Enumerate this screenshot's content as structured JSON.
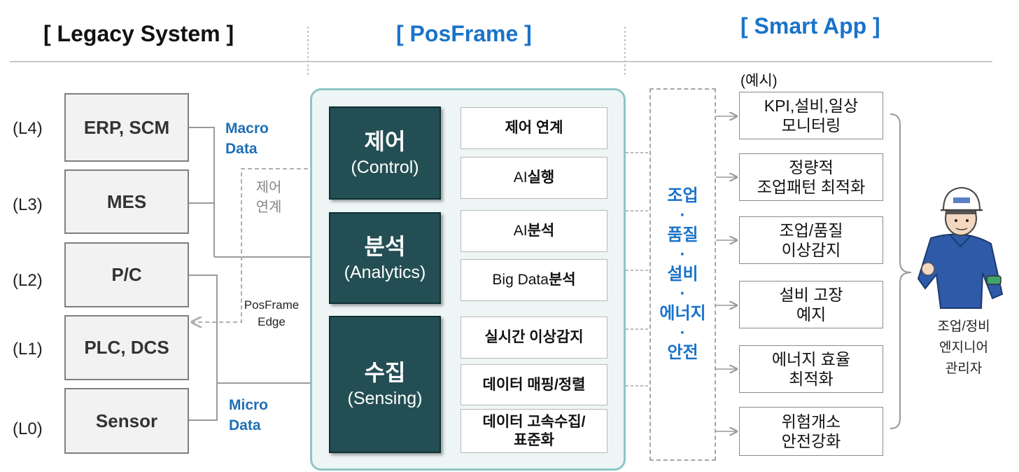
{
  "headers": {
    "legacy": "[ Legacy System ]",
    "posframe": "[ PosFrame ]",
    "smart_app": "[ Smart App ]"
  },
  "levels": [
    "(L4)",
    "(L3)",
    "(L2)",
    "(L1)",
    "(L0)"
  ],
  "legacy_systems": [
    "ERP, SCM",
    "MES",
    "P/C",
    "PLC, DCS",
    "Sensor"
  ],
  "flow_labels": {
    "macro_line1": "Macro",
    "macro_line2": "Data",
    "micro_line1": "Micro",
    "micro_line2": "Data",
    "control_link_line1": "제어",
    "control_link_line2": "연계",
    "edge_line1": "PosFrame",
    "edge_line2": "Edge"
  },
  "core_modules": [
    {
      "ko": "제어",
      "en": "(Control)"
    },
    {
      "ko": "분석",
      "en": "(Analytics)"
    },
    {
      "ko": "수집",
      "en": "(Sensing)"
    }
  ],
  "functions": {
    "control_link": "제어 연계",
    "ai_exec_prefix": "AI ",
    "ai_exec_bold": "실행",
    "ai_analysis_prefix": "AI ",
    "ai_analysis_bold": "분석",
    "bigdata_prefix": "Big Data",
    "bigdata_bold": "분석",
    "realtime": "실시간 이상감지",
    "mapping": "데이터 매핑/정렬",
    "collect_line1": "데이터 고속수집/",
    "collect_line2": "표준화"
  },
  "domains": [
    "조업",
    "·",
    "품질",
    "·",
    "설비",
    "·",
    "에너지",
    "·",
    "안전"
  ],
  "example_label": "(예시)",
  "apps": [
    {
      "line1": "KPI,설비,일상",
      "line2": "모니터링"
    },
    {
      "line1": "정량적",
      "line2": "조업패턴 최적화"
    },
    {
      "line1": "조업/품질",
      "line2": "이상감지"
    },
    {
      "line1": "설비 고장",
      "line2": "예지"
    },
    {
      "line1": "에너지 효율",
      "line2": "최적화"
    },
    {
      "line1": "위험개소",
      "line2": "안전강화"
    }
  ],
  "role": {
    "line1": "조업/정비",
    "line2": "엔지니어",
    "line3": "관리자"
  },
  "colors": {
    "accent_blue": "#1a73c9",
    "core_fill": "#234f54",
    "posframe_bg": "#eef5f5",
    "posframe_border": "#8cc6c4"
  }
}
